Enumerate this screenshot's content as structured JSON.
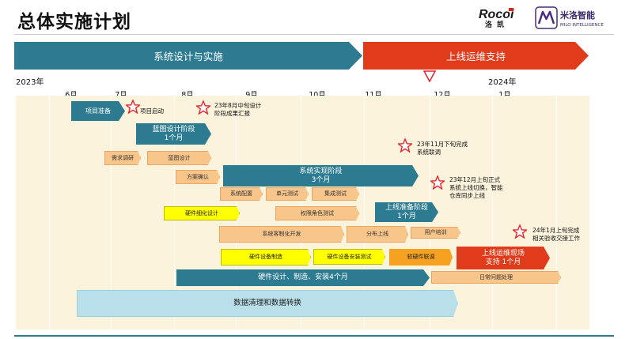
{
  "title": "总体实施计划",
  "logos": {
    "rocoi_en": "Rocoi",
    "rocoi_cn": "洛凯",
    "milo_cn": "米洛智能",
    "milo_en": "MILO INTELLIGENCE"
  },
  "phases": {
    "design_impl": "系统设计与实施",
    "operations": "上线运维支持"
  },
  "timeline": {
    "year_start": "2023年",
    "year_end": "2024年",
    "months": [
      "6月",
      "7月",
      "8月",
      "9月",
      "10月",
      "11月",
      "12月",
      "1月"
    ]
  },
  "tasks": {
    "project_prep": "项目准备",
    "blueprint": "蓝图设计阶段\n1个月",
    "req_research": "需求调研",
    "blueprint_design": "蓝图设计",
    "solution_confirm": "方案确认",
    "system_impl": "系统实现阶段\n3个月",
    "system_config": "系统配置",
    "unit_test": "单元测试",
    "integration_test": "集成测试",
    "hw_detail_design": "硬件细化设计",
    "permission_test": "权限角色测试",
    "golive_prep": "上线准备阶段\n1个月",
    "sys_custom_dev": "系统客制化开发",
    "staged_golive": "分布上线",
    "user_training": "用户培训",
    "hw_manufacture": "硬件设备制造",
    "hw_install_test": "硬件设备安装测试",
    "hw_sw_joint_debug": "软硬件联调",
    "onsite_support": "上线运维现场\n支持 1个月",
    "hw_summary": "硬件设计、制造、安装4个月",
    "daily_issues": "日常问题处理",
    "data_cleanup": "数据清理和数据转换"
  },
  "milestones": {
    "kickoff": "项目启动",
    "aug_report": "23年8月中旬设计\n阶段成果汇报",
    "nov_joint": "23年11月下旬完成\n系统联调",
    "dec_golive": "23年12月上旬正式\n系统上线切换，智能\n仓库同步上线",
    "jan_accept": "24年1月上旬完成\n相关验收交接工作"
  },
  "colors": {
    "teal": "#2c7b91",
    "red_orange": "#e03c1c",
    "light_orange": "#f8c58a",
    "yellow": "#ffff00",
    "dark_orange": "#f6a120",
    "light_blue": "#b9dfea",
    "background": "#fbf3dc",
    "star": "#e8202a"
  }
}
